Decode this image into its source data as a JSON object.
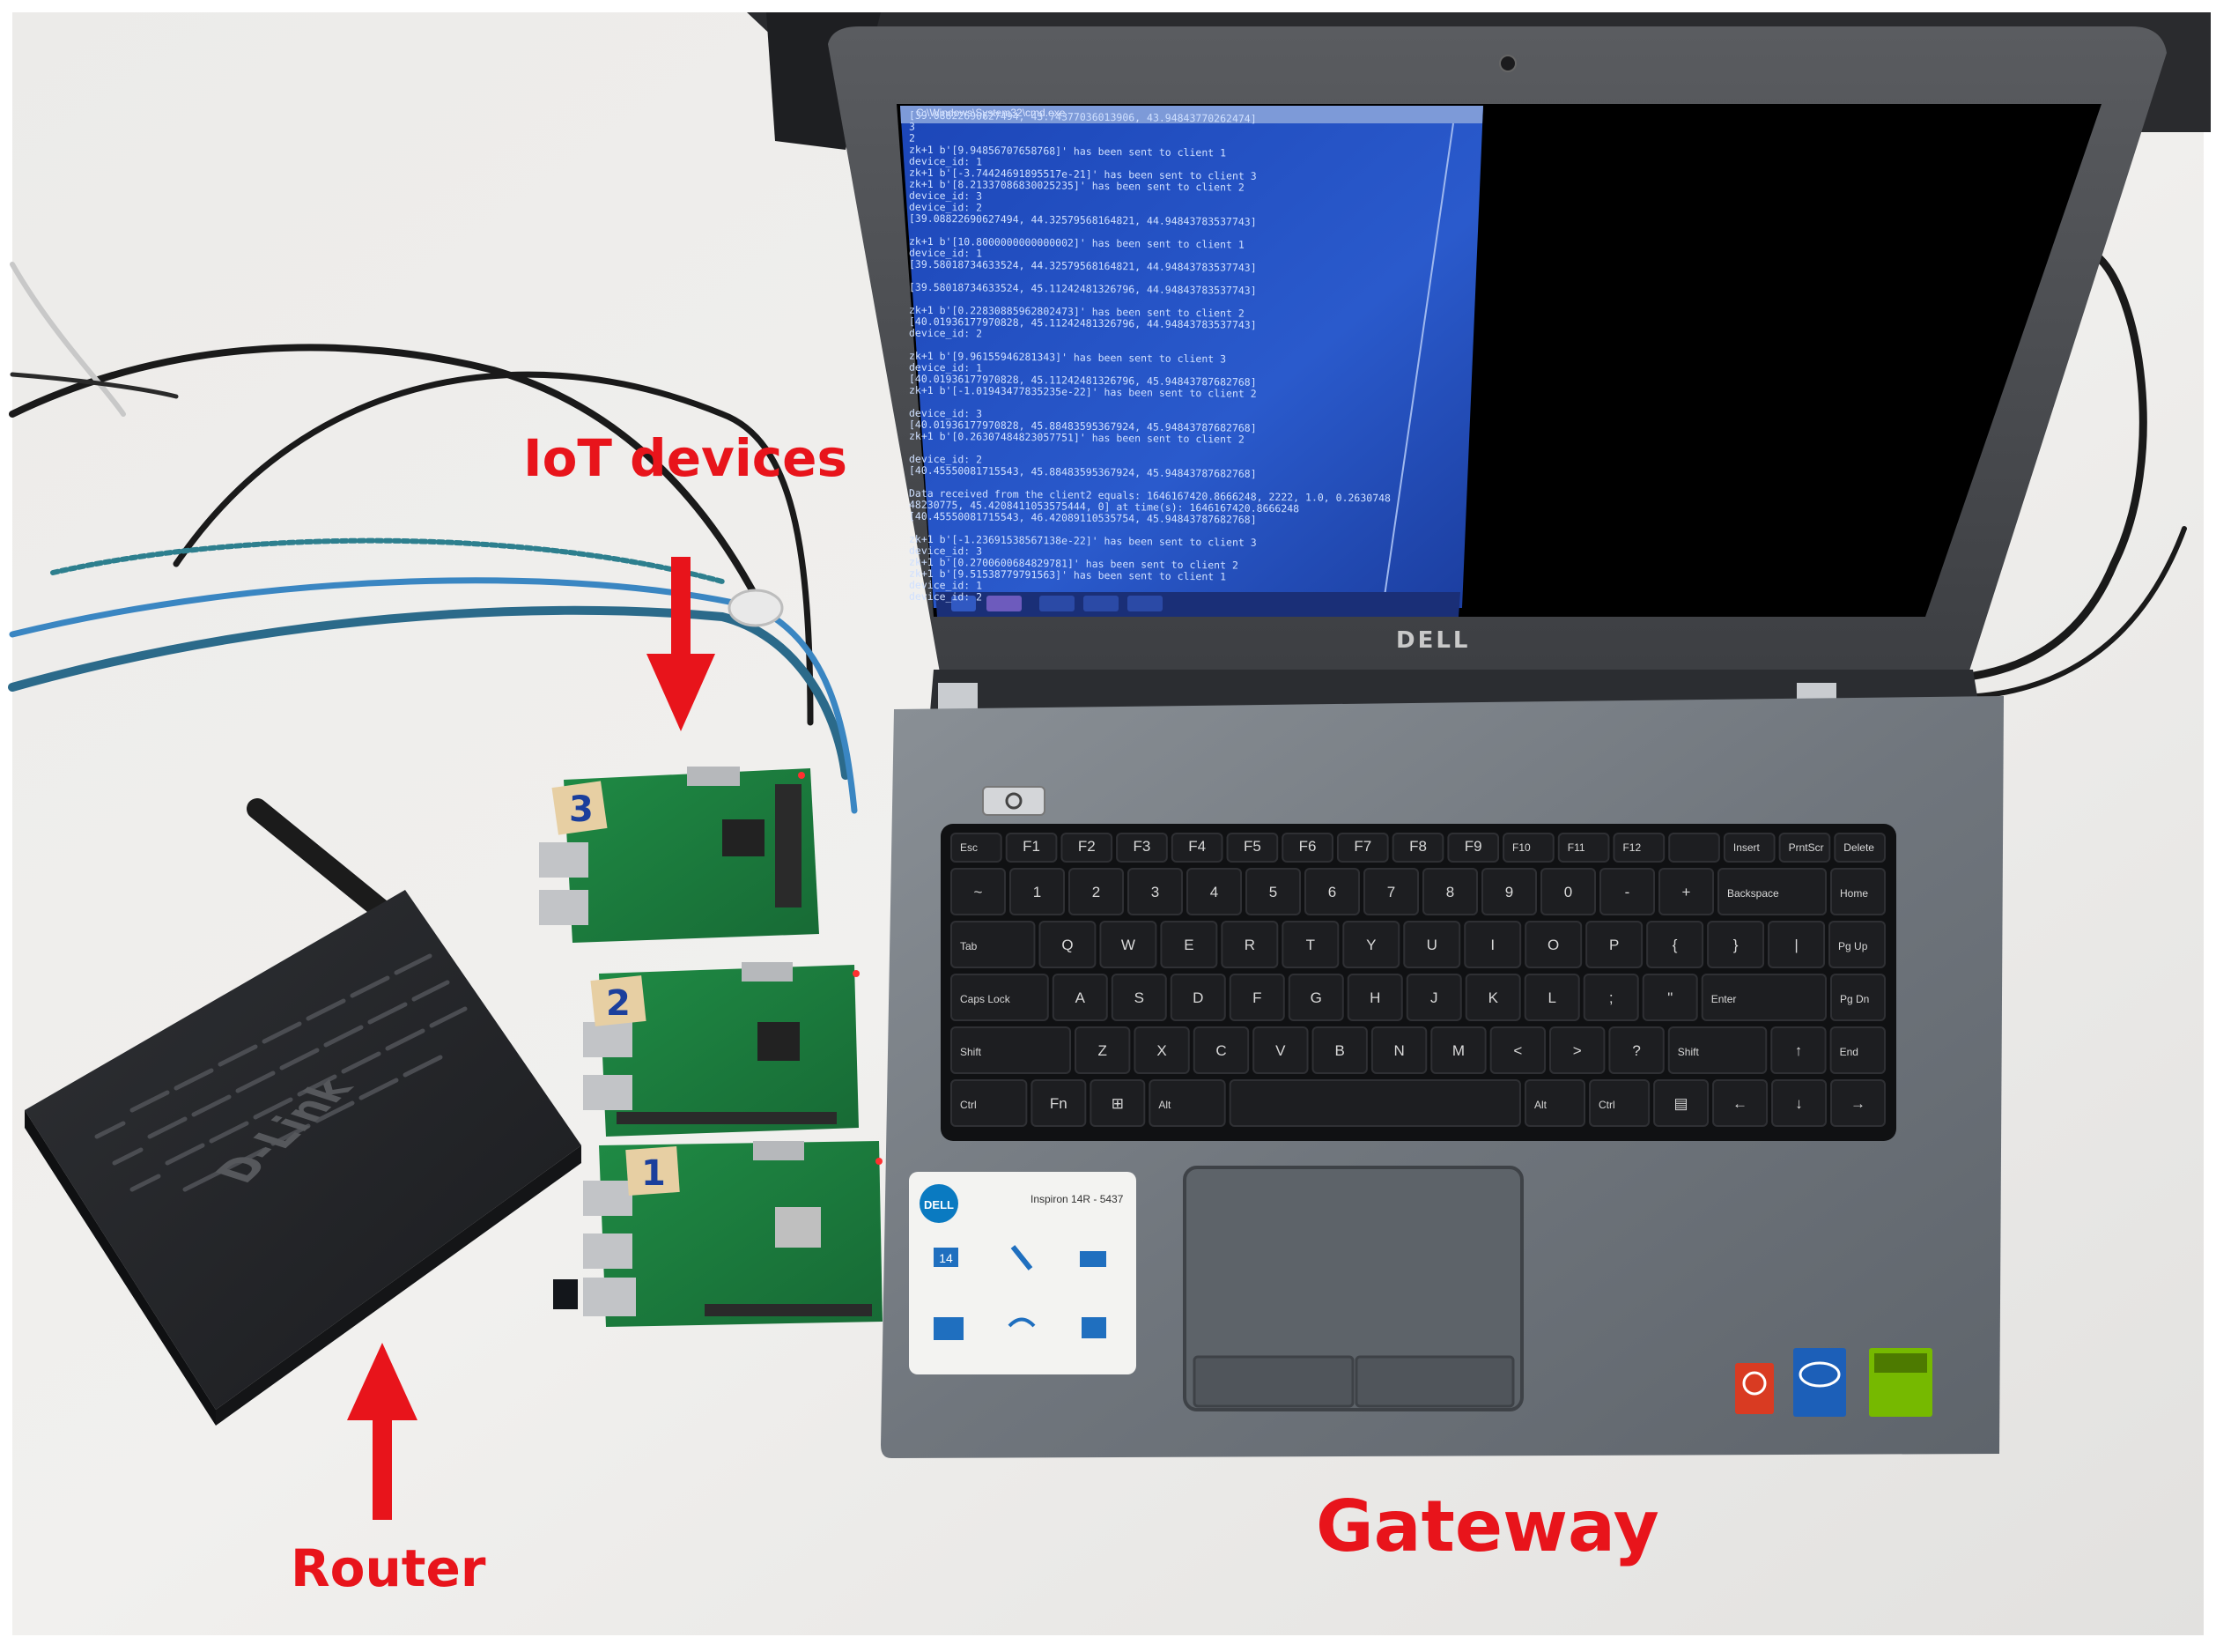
{
  "labels": {
    "iot": "IoT devices",
    "router": "Router",
    "gateway": "Gateway"
  },
  "laptop": {
    "brand": "DELL",
    "model_sticker": "Inspiron 14R - 5437",
    "sticker_number": "14",
    "badges": [
      "ubuntu",
      "intel inside CORE i5",
      "nVIDIA GEFORCE"
    ]
  },
  "router": {
    "brand": "D-Link"
  },
  "boards": {
    "top_tag": "3",
    "middle_tag": "2",
    "bottom_tag": "1"
  },
  "terminal": {
    "title": "C:\\Windows\\System32\\cmd.exe",
    "lines": [
      "[39.08822690627494, 43.74377036013906, 43.94843770262474]",
      "3",
      "2",
      "zk+1 b'[9.94856707658768]' has been sent to client 1",
      "device_id: 1",
      "zk+1 b'[-3.74424691895517e-21]' has been sent to client 3",
      "zk+1 b'[8.21337086830025235]' has been sent to client 2",
      "device_id: 3",
      "device_id: 2",
      "[39.08822690627494, 44.32579568164821, 44.94843783537743]",
      "",
      "zk+1 b'[10.8000000000000002]' has been sent to client 1",
      "device_id: 1",
      "[39.58018734633524, 44.32579568164821, 44.94843783537743]",
      "",
      "[39.58018734633524, 45.11242481326796, 44.94843783537743]",
      "",
      "zk+1 b'[0.22830885962802473]' has been sent to client 2",
      "[40.01936177970828, 45.11242481326796, 44.94843783537743]",
      "device_id: 2",
      "",
      "zk+1 b'[9.96155946281343]' has been sent to client 3",
      "device_id: 1",
      "[40.01936177970828, 45.11242481326796, 45.94843787682768]",
      "zk+1 b'[-1.01943477835235e-22]' has been sent to client 2",
      "",
      "device_id: 3",
      "[40.01936177970828, 45.88483595367924, 45.94843787682768]",
      "zk+1 b'[0.26307484823057751]' has been sent to client 2",
      "",
      "device_id: 2",
      "[40.45550081715543, 45.88483595367924, 45.94843787682768]",
      "",
      "Data received from the client2 equals: 1646167420.8666248, 2222, 1.0, 0.2630748",
      "48230775, 45.4208411053575444, 0] at time(s): 1646167420.8666248",
      "[40.45550081715543, 46.42089110535754, 45.94843787682768]",
      "",
      "zk+1 b'[-1.23691538567138e-22]' has been sent to client 3",
      "device_id: 3",
      "zk+1 b'[0.2700600684829781]' has been sent to client 2",
      "zk+1 b'[9.51538779791563]' has been sent to client 1",
      "device_id: 1",
      "device_id: 2"
    ]
  },
  "keyboard": {
    "row_fn": [
      "Esc",
      "F1",
      "F2",
      "F3",
      "F4",
      "F5",
      "F6",
      "F7",
      "F8",
      "F9",
      "F10",
      "F11",
      "F12",
      "",
      "Insert",
      "PrntScr",
      "Delete"
    ],
    "row_num": [
      "~",
      "1",
      "2",
      "3",
      "4",
      "5",
      "6",
      "7",
      "8",
      "9",
      "0",
      "-",
      "+",
      "Backspace",
      "Home"
    ],
    "row_q": [
      "Tab",
      "Q",
      "W",
      "E",
      "R",
      "T",
      "Y",
      "U",
      "I",
      "O",
      "P",
      "{",
      "}",
      "|",
      "Pg Up"
    ],
    "row_a": [
      "Caps Lock",
      "A",
      "S",
      "D",
      "F",
      "G",
      "H",
      "J",
      "K",
      "L",
      ";",
      "\"",
      "Enter",
      "Pg Dn"
    ],
    "row_z": [
      "Shift",
      "Z",
      "X",
      "C",
      "V",
      "B",
      "N",
      "M",
      "<",
      ">",
      "?",
      "Shift",
      "↑",
      "End"
    ],
    "row_ctrl": [
      "Ctrl",
      "Fn",
      "⊞",
      "Alt",
      "",
      "Alt",
      "Ctrl",
      "▤",
      "←",
      "↓",
      "→"
    ]
  }
}
